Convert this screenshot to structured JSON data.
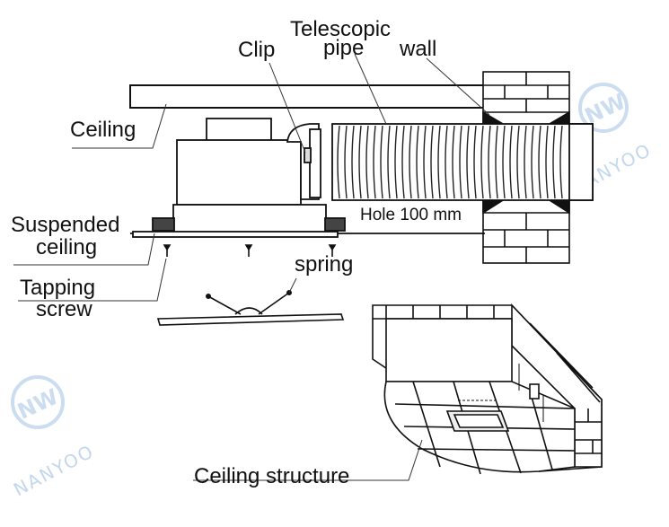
{
  "labels": {
    "telescopic_line1": "Telescopic",
    "telescopic_line2": "pipe",
    "clip": "Clip",
    "wall": "wall",
    "ceiling": "Ceiling",
    "hole": "Hole 100 mm",
    "suspended_line1": "Suspended",
    "suspended_line2": "ceiling",
    "spring": "spring",
    "tapping_line1": "Tapping",
    "tapping_line2": "screw",
    "ceiling_structure": "Ceiling structure"
  },
  "watermark": {
    "logo": "NW",
    "brand": "NANYOO"
  }
}
